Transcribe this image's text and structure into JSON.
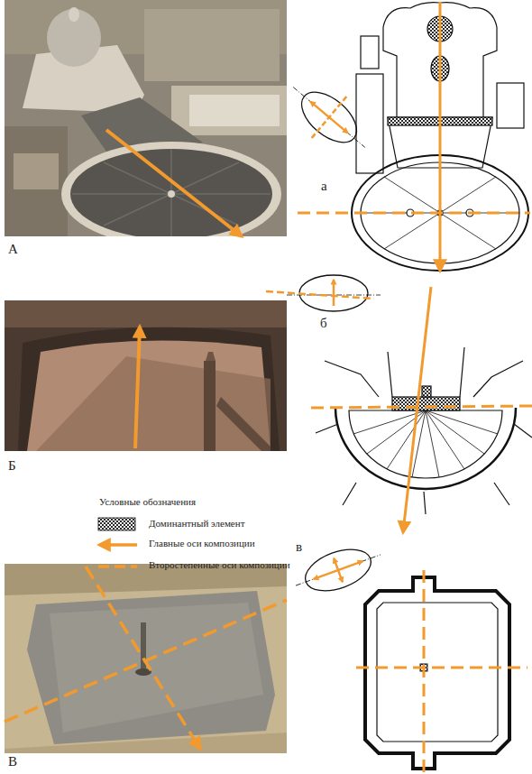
{
  "diagram": {
    "labels": [
      "А",
      "а",
      "Б",
      "б",
      "В",
      "в",
      "Условные обозначения"
    ],
    "legend": [
      {
        "text": "Доминантный элемент"
      },
      {
        "text": "Главные оси композиции"
      },
      {
        "text": "Второстепенные оси композиции"
      }
    ]
  }
}
